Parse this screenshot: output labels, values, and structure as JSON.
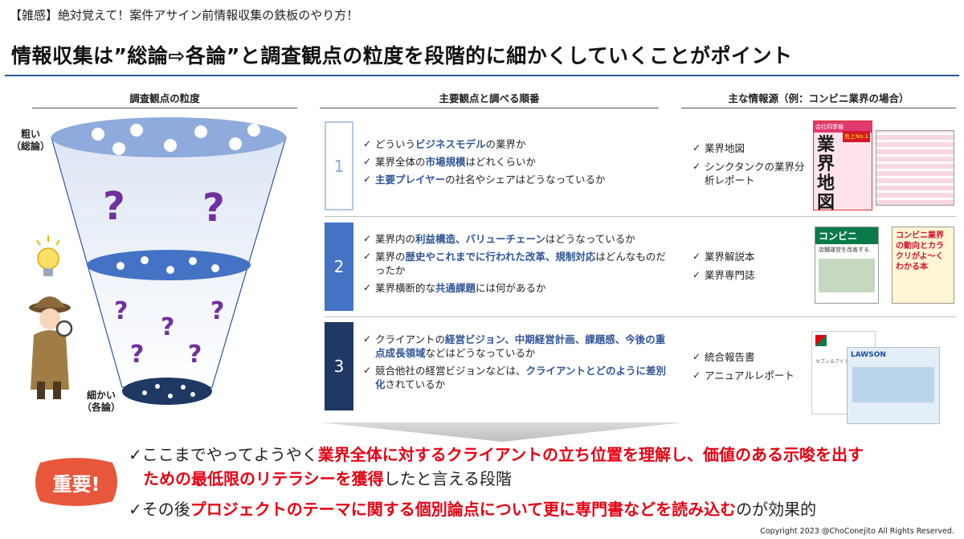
{
  "header": {
    "subtitle": "【雑感】絶対覚えて！案件アサイン前情報収集の鉄板のやり方！",
    "title": "情報収集は”総論⇨各論”と調査観点の粒度を段階的に細かくしていくことがポイント"
  },
  "columns": {
    "granularity": "調査観点の粒度",
    "perspectives": "主要観点と調べる順番",
    "sources": "主な情報源（例：コンビニ業界の場合）"
  },
  "funnel": {
    "coarse_label": [
      "粗い",
      "（総論）"
    ],
    "fine_label": [
      "細かい",
      "（各論）"
    ],
    "question_glyph": "?"
  },
  "steps": [
    {
      "number": "1",
      "items": [
        [
          {
            "t": "どういう"
          },
          {
            "t": "ビジネスモデル",
            "h": true
          },
          {
            "t": "の業界か"
          }
        ],
        [
          {
            "t": "業界全体の"
          },
          {
            "t": "市場規模",
            "h": true
          },
          {
            "t": "はどれくらいか"
          }
        ],
        [
          {
            "t": "主要プレイヤー",
            "h": true
          },
          {
            "t": "の社名やシェアはどうなっているか"
          }
        ]
      ],
      "sources": [
        "業界地図",
        "シンクタンクの業界分析レポート"
      ]
    },
    {
      "number": "2",
      "items": [
        [
          {
            "t": "業界内の"
          },
          {
            "t": "利益構造、バリューチェーン",
            "h": true
          },
          {
            "t": "はどうなっているか"
          }
        ],
        [
          {
            "t": "業界の"
          },
          {
            "t": "歴史やこれまでに行われた改革、規制対応",
            "h": true
          },
          {
            "t": "はどんなものだったか"
          }
        ],
        [
          {
            "t": "業界横断的な"
          },
          {
            "t": "共通課題",
            "h": true
          },
          {
            "t": "には何があるか"
          }
        ]
      ],
      "sources": [
        "業界解説本",
        "業界専門誌"
      ]
    },
    {
      "number": "3",
      "items": [
        [
          {
            "t": "クライアントの"
          },
          {
            "t": "経営ビジョン、中期経営計画、課題感、今後の重点成長領域",
            "h": true
          },
          {
            "t": "などはどうなっているか"
          }
        ],
        [
          {
            "t": "競合他社の経営ビジョンなどは、"
          },
          {
            "t": "クライアントとどのように差別化",
            "h": true
          },
          {
            "t": "されているか"
          }
        ]
      ],
      "sources": [
        "統合報告書",
        "アニュアルレポート"
      ]
    }
  ],
  "books": {
    "book1": {
      "brand": "会社四季報",
      "title": "業界地図",
      "badge": "売上No.1"
    },
    "book2": {
      "title": "コンビニ",
      "sub": "店舗運営を改善する"
    },
    "book3": {
      "title": "コンビニ業界の動向とカラクリがよ〜くわかる本"
    },
    "report1": {
      "title": "セブン＆アイ 統合報告書"
    },
    "report2": {
      "title": "LAWSON"
    }
  },
  "important_badge": "重要!",
  "conclusions": [
    [
      {
        "t": "✓ここまでやってようやく"
      },
      {
        "t": "業界全体に対するクライアントの立ち位置を理解し、価値のある示唆を出す",
        "r": true
      }
    ],
    [
      {
        "t": "ための最低限のリテラシーを獲得",
        "r": true
      },
      {
        "t": "したと言える段階"
      }
    ],
    [
      {
        "t": "✓その後"
      },
      {
        "t": "プロジェクトのテーマに関する個別論点について更に専門書などを読み込む",
        "r": true
      },
      {
        "t": "のが効果的"
      }
    ]
  ],
  "copyright": "Copyright 2023 @ChoConejito All Rights Reserved.",
  "colors": {
    "accent_blue": "#2f5597",
    "step1": "#b4c7e7",
    "step2": "#4472c4",
    "step3": "#1f3864",
    "purple_question": "#7030a0",
    "important_red": "#e60012"
  }
}
